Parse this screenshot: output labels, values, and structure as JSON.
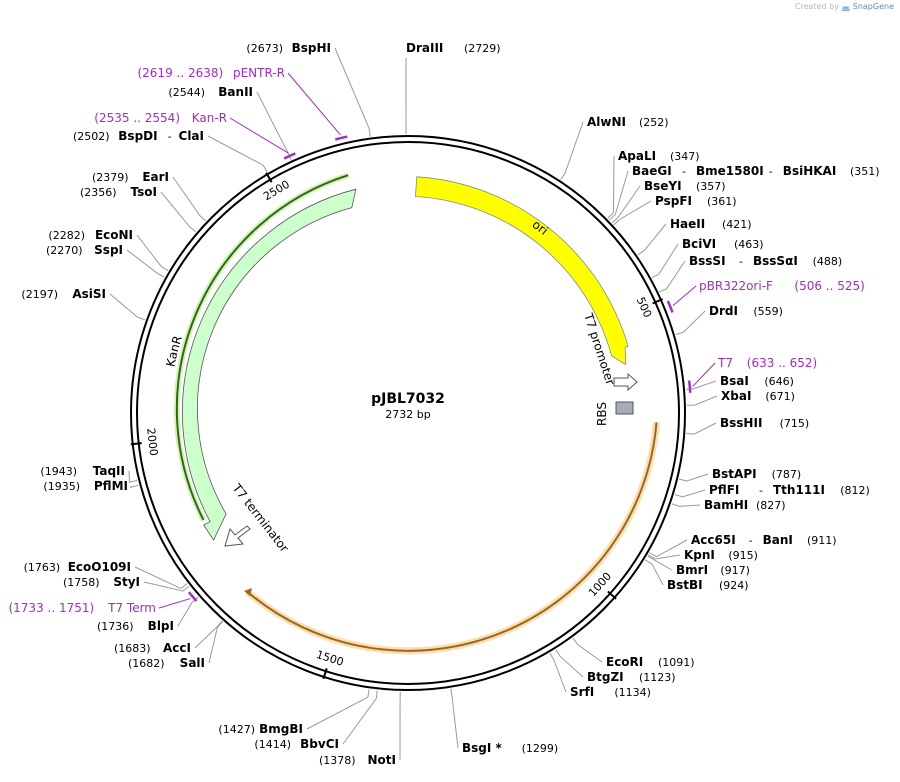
{
  "credit": {
    "prefix": "Created by",
    "brand": "SnapGene"
  },
  "plasmid": {
    "name": "pJBL7032",
    "length_label": "2732 bp",
    "length": 2732
  },
  "colors": {
    "primer": "#a32cc4",
    "ori": "#ffff00",
    "kanr": "#ccffcc",
    "kanr_edge": "#2a6d0a",
    "mcs": "#f5b041",
    "rbs": "#a7adb4"
  },
  "ticks": [
    {
      "label": "500",
      "bp": 500
    },
    {
      "label": "1000",
      "bp": 1000
    },
    {
      "label": "1500",
      "bp": 1500
    },
    {
      "label": "2000",
      "bp": 2000
    },
    {
      "label": "2500",
      "bp": 2500
    }
  ],
  "features": [
    {
      "label": "ori",
      "icon": "arrow-cw"
    },
    {
      "label": "KanR",
      "icon": "arrow-ccw"
    },
    {
      "label": "T7 promoter",
      "icon": "small-arrow"
    },
    {
      "label": "RBS",
      "icon": "box"
    },
    {
      "label": "T7 terminator",
      "icon": "terminator-arrow"
    }
  ],
  "enzymes": [
    {
      "name": "DraIII",
      "pos": "(2729)",
      "bp": 2729
    },
    {
      "name": "AlwNI",
      "pos": "(252)",
      "bp": 252
    },
    {
      "name": "ApaLI",
      "pos": "(347)",
      "bp": 347
    },
    {
      "name": "BaeGI",
      "name2": "Bme1580I",
      "name3": "BsiHKAI",
      "pos": "(351)",
      "bp": 351
    },
    {
      "name": "BseYI",
      "pos": "(357)",
      "bp": 357
    },
    {
      "name": "PspFI",
      "pos": "(361)",
      "bp": 361
    },
    {
      "name": "HaeII",
      "pos": "(421)",
      "bp": 421
    },
    {
      "name": "BciVI",
      "pos": "(463)",
      "bp": 463
    },
    {
      "name": "BssSI",
      "name2": "BssSαI",
      "pos": "(488)",
      "bp": 488
    },
    {
      "name": "DrdI",
      "pos": "(559)",
      "bp": 559
    },
    {
      "name": "BsaI",
      "pos": "(646)",
      "bp": 646
    },
    {
      "name": "XbaI",
      "pos": "(671)",
      "bp": 671
    },
    {
      "name": "BssHII",
      "pos": "(715)",
      "bp": 715
    },
    {
      "name": "BstAPI",
      "pos": "(787)",
      "bp": 787
    },
    {
      "name": "PflFI",
      "name2": "Tth111I",
      "pos": "(812)",
      "bp": 812
    },
    {
      "name": "BamHI",
      "pos": "(827)",
      "bp": 827
    },
    {
      "name": "Acc65I",
      "name2": "BanI",
      "pos": "(911)",
      "bp": 911
    },
    {
      "name": "KpnI",
      "pos": "(915)",
      "bp": 915
    },
    {
      "name": "BmrI",
      "pos": "(917)",
      "bp": 917
    },
    {
      "name": "BstBI",
      "pos": "(924)",
      "bp": 924
    },
    {
      "name": "EcoRI",
      "pos": "(1091)",
      "bp": 1091
    },
    {
      "name": "BtgZI",
      "pos": "(1123)",
      "bp": 1123
    },
    {
      "name": "SrfI",
      "pos": "(1134)",
      "bp": 1134
    },
    {
      "name": "BsgI *",
      "pos": "(1299)",
      "bp": 1299
    },
    {
      "name": "NotI",
      "pos": "(1378)",
      "bp": 1378
    },
    {
      "name": "BbvCI",
      "pos": "(1414)",
      "bp": 1414
    },
    {
      "name": "BmgBI",
      "pos": "(1427)",
      "bp": 1427
    },
    {
      "name": "SalI",
      "pos": "(1682)",
      "bp": 1682
    },
    {
      "name": "AccI",
      "pos": "(1683)",
      "bp": 1683
    },
    {
      "name": "BlpI",
      "pos": "(1736)",
      "bp": 1736
    },
    {
      "name": "StyI",
      "pos": "(1758)",
      "bp": 1758
    },
    {
      "name": "EcoO109I",
      "pos": "(1763)",
      "bp": 1763
    },
    {
      "name": "PflMI",
      "pos": "(1935)",
      "bp": 1935
    },
    {
      "name": "TaqII",
      "pos": "(1943)",
      "bp": 1943
    },
    {
      "name": "AsiSI",
      "pos": "(2197)",
      "bp": 2197
    },
    {
      "name": "SspI",
      "pos": "(2270)",
      "bp": 2270
    },
    {
      "name": "EcoNI",
      "pos": "(2282)",
      "bp": 2282
    },
    {
      "name": "TsoI",
      "pos": "(2356)",
      "bp": 2356
    },
    {
      "name": "EarI",
      "pos": "(2379)",
      "bp": 2379
    },
    {
      "name": "BspDI",
      "name2": "ClaI",
      "pos": "(2502)",
      "bp": 2502
    },
    {
      "name": "BanII",
      "pos": "(2544)",
      "bp": 2544
    },
    {
      "name": "BspHI",
      "pos": "(2673)",
      "bp": 2673
    }
  ],
  "primers": [
    {
      "name": "pBR322ori-F",
      "range": "(506 .. 525)",
      "start": 506,
      "end": 525
    },
    {
      "name": "T7",
      "range": "(633 .. 652)",
      "start": 633,
      "end": 652
    },
    {
      "name": "T7 Term",
      "range": "(1733 .. 1751)",
      "start": 1733,
      "end": 1751
    },
    {
      "name": "Kan-R",
      "range": "(2535 .. 2554)",
      "start": 2535,
      "end": 2554
    },
    {
      "name": "pENTR-R",
      "range": "(2619 .. 2638)",
      "start": 2619,
      "end": 2638
    }
  ]
}
